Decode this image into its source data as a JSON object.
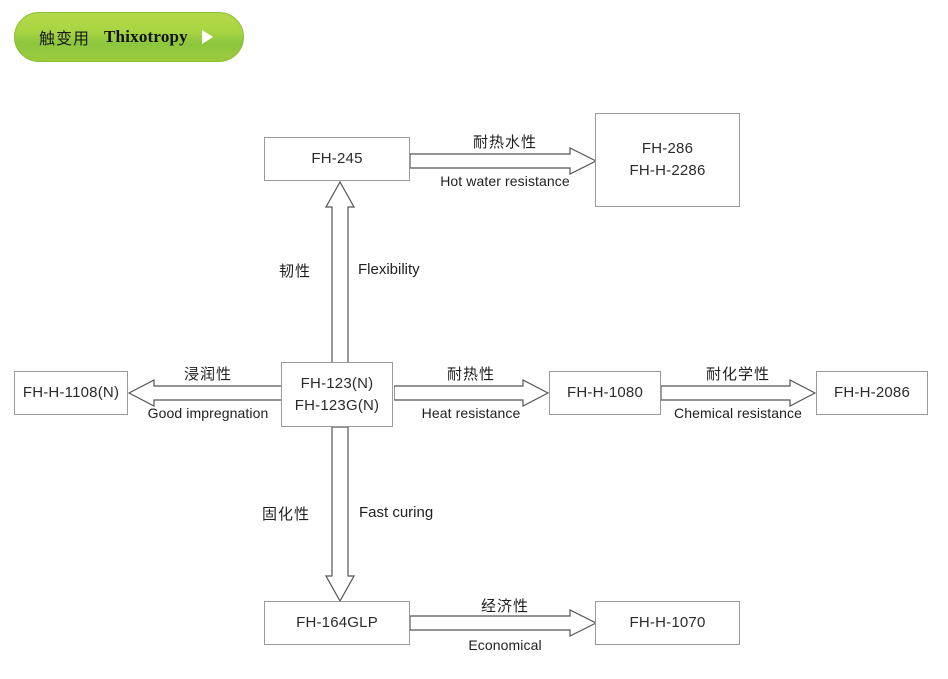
{
  "header": {
    "cn_label": "触变用",
    "en_label": "Thixotropy",
    "arrow_icon": "triangle-right-icon",
    "accent_color": "#8cc63f"
  },
  "diagram": {
    "type": "flowchart",
    "nodes": [
      {
        "id": "fh-245",
        "lines": [
          "FH-245"
        ]
      },
      {
        "id": "fh-286",
        "lines": [
          "FH-286",
          "FH-H-2286"
        ]
      },
      {
        "id": "fh-123",
        "lines": [
          "FH-123(N)",
          "FH-123G(N)"
        ]
      },
      {
        "id": "fh-h-1108n",
        "lines": [
          "FH-H-1108(N)"
        ]
      },
      {
        "id": "fh-h-1080",
        "lines": [
          "FH-H-1080"
        ]
      },
      {
        "id": "fh-h-2086",
        "lines": [
          "FH-H-2086"
        ]
      },
      {
        "id": "fh-164glp",
        "lines": [
          "FH-164GLP"
        ]
      },
      {
        "id": "fh-h-1070",
        "lines": [
          "FH-H-1070"
        ]
      }
    ],
    "edges": [
      {
        "id": "hot-water",
        "from": "fh-245",
        "to": "fh-286",
        "direction": "right",
        "cn": "耐热水性",
        "en": "Hot water resistance"
      },
      {
        "id": "flexibility",
        "from": "fh-123",
        "to": "fh-245",
        "direction": "up",
        "cn": "韧性",
        "en": "Flexibility"
      },
      {
        "id": "impregnation",
        "from": "fh-123",
        "to": "fh-h-1108n",
        "direction": "left",
        "cn": "浸润性",
        "en": "Good impregnation"
      },
      {
        "id": "heat",
        "from": "fh-123",
        "to": "fh-h-1080",
        "direction": "right",
        "cn": "耐热性",
        "en": "Heat resistance"
      },
      {
        "id": "chemical",
        "from": "fh-h-1080",
        "to": "fh-h-2086",
        "direction": "right",
        "cn": "耐化学性",
        "en": "Chemical resistance"
      },
      {
        "id": "curing",
        "from": "fh-123",
        "to": "fh-164glp",
        "direction": "down",
        "cn": "固化性",
        "en": "Fast curing"
      },
      {
        "id": "economical",
        "from": "fh-164glp",
        "to": "fh-h-1070",
        "direction": "right",
        "cn": "经济性",
        "en": "Economical"
      }
    ]
  }
}
